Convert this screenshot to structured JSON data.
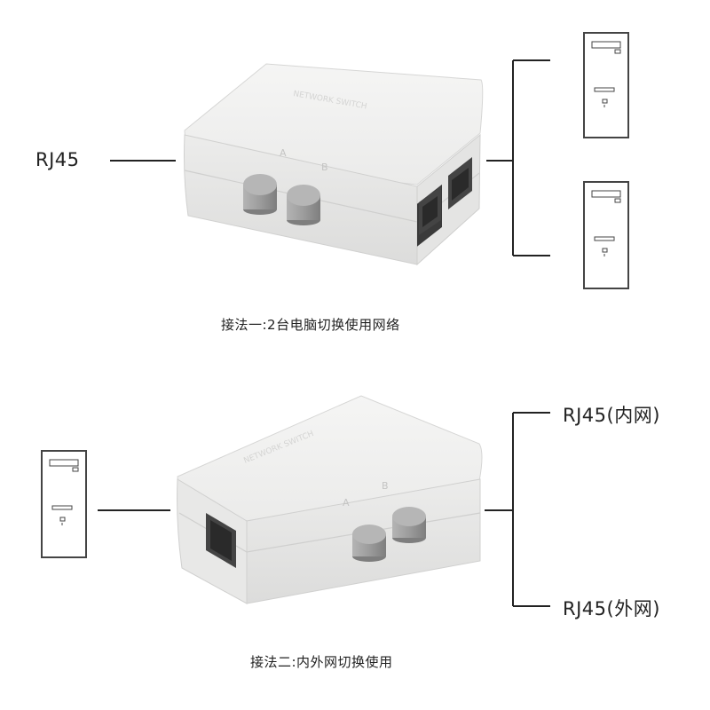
{
  "diagram_1": {
    "left_label": "RJ45",
    "port_labels": [
      "A",
      "B"
    ],
    "caption": "接法一:2台电脑切换使用网络"
  },
  "diagram_2": {
    "right_top_label": "RJ45(内网)",
    "right_bottom_label": "RJ45(外网)",
    "port_labels": [
      "A",
      "B"
    ],
    "caption": "接法二:内外网切换使用"
  },
  "colors": {
    "line": "#222222",
    "device_top": "#f1f1f0",
    "device_front": "#e6e6e5",
    "button": "#9a9a9a",
    "pc_outline": "#444444"
  },
  "icons": [
    "network-switch-device",
    "desktop-pc-tower-icon",
    "rj45-port-icon",
    "switch-button"
  ]
}
